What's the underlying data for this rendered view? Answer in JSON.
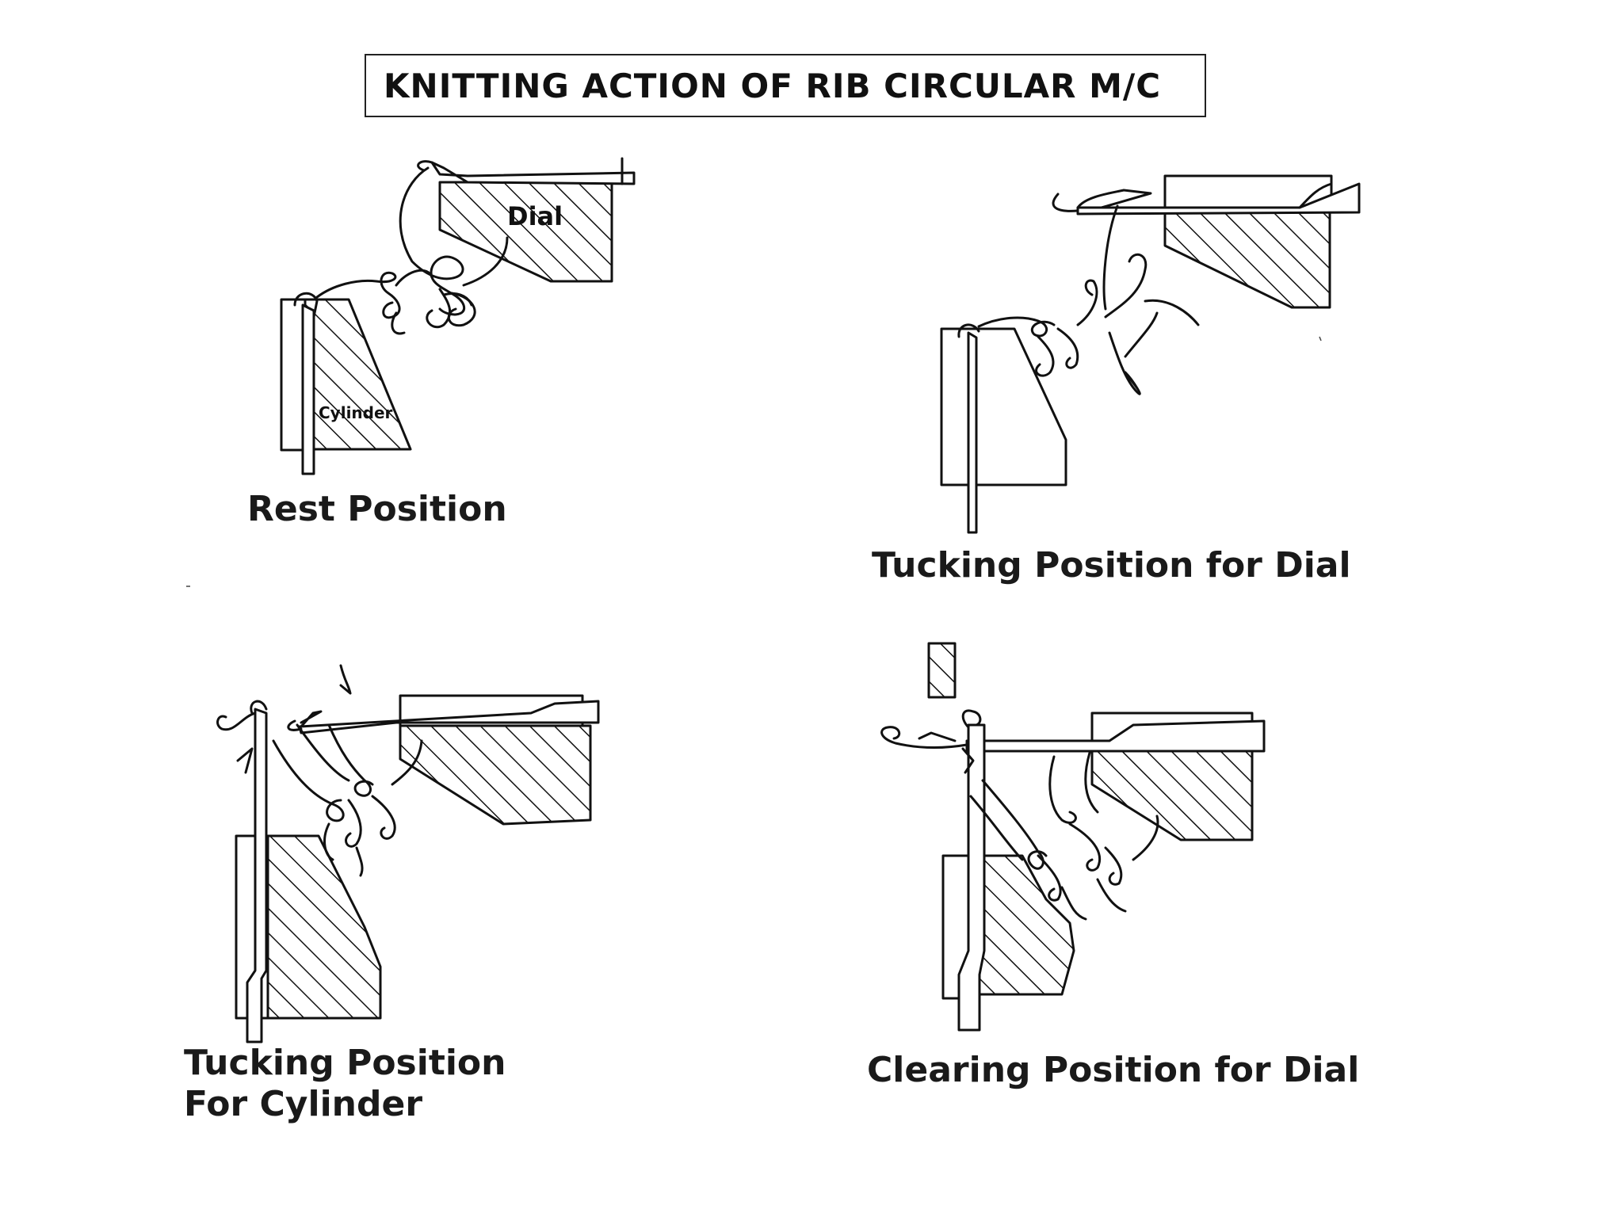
{
  "title": "KNITTING ACTION OF RIB CIRCULAR M/C",
  "panels": [
    {
      "caption": "Rest Position",
      "labels": {
        "dial": "Dial",
        "cylinder": "Cylinder"
      }
    },
    {
      "caption": "Tucking Position for Dial"
    },
    {
      "caption_lines": [
        "Tucking Position",
        "For Cylinder"
      ]
    },
    {
      "caption": "Clearing Position for Dial"
    }
  ],
  "colors": {
    "ink": "#111111",
    "background": "#ffffff"
  }
}
